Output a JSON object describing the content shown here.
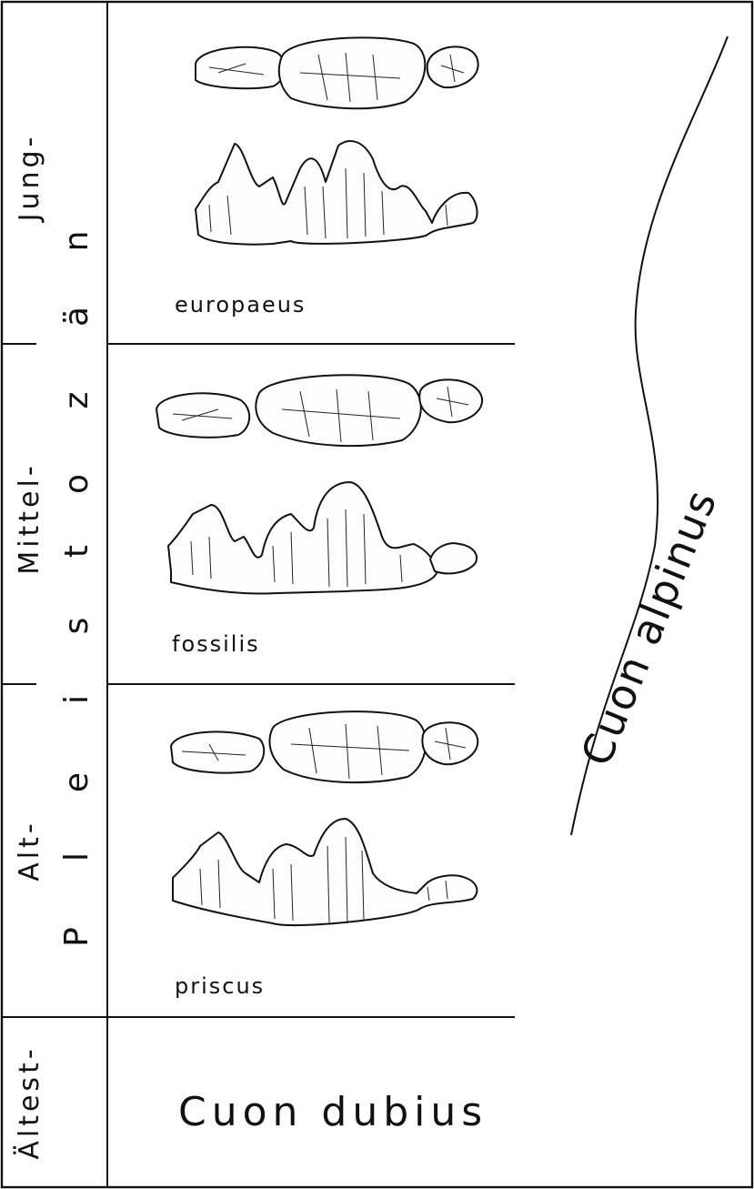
{
  "periods": {
    "jung": "Jung-",
    "mittel": "Mittel-",
    "alt": "Alt-",
    "altest": "Ältest-"
  },
  "epoch_letters": [
    "n",
    "ä",
    "z",
    "o",
    "t",
    "s",
    "i",
    "e",
    "l",
    "P"
  ],
  "subspecies": {
    "europaeus": "europaeus",
    "fossilis": "fossilis",
    "priscus": "priscus"
  },
  "species": {
    "dubius": "Cuon dubius",
    "alpinus": "Cuon alpinus"
  }
}
